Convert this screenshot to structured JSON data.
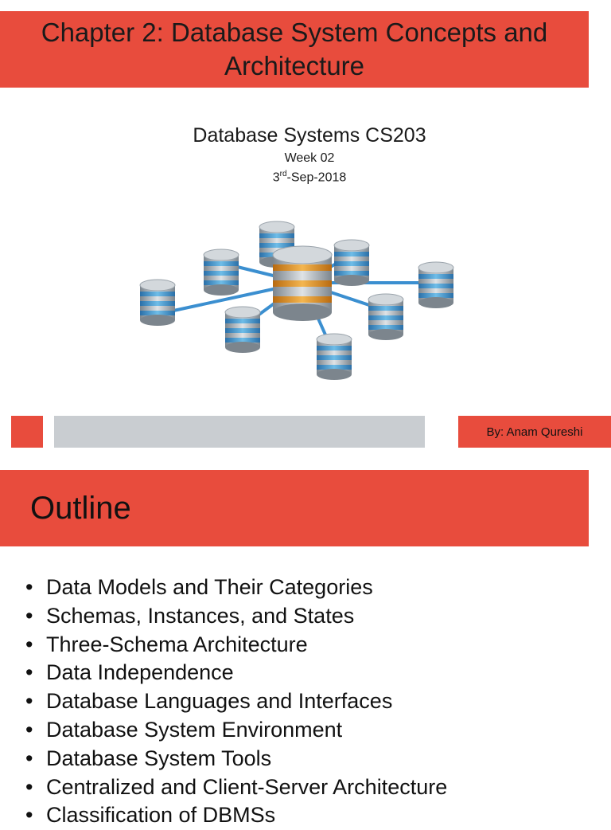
{
  "slide1": {
    "title": "Chapter 2: Database System Concepts and Architecture",
    "course": "Database Systems CS203",
    "week": "Week 02",
    "date_day": "3",
    "date_suffix": "rd",
    "date_rest": "-Sep-2018",
    "author": "By: Anam Qureshi",
    "image": "database-network-icon",
    "colors": {
      "accent": "#e84c3d",
      "bar": "#c9cdd1",
      "db_blue": "#3b8fd0",
      "db_gray": "#9aa3ab",
      "db_orange": "#e69020"
    }
  },
  "slide2": {
    "title": "Outline",
    "bullet": "•",
    "items": [
      "Data Models and Their Categories",
      "Schemas, Instances, and States",
      "Three-Schema Architecture",
      "Data Independence",
      "Database Languages and Interfaces",
      "Database System Environment",
      "Database System Tools",
      "Centralized and Client-Server Architecture",
      "Classification of DBMSs"
    ]
  }
}
